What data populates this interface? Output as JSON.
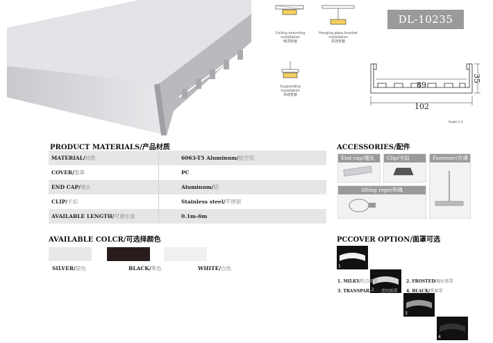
{
  "model": "DL-10235",
  "installation": [
    {
      "label_en": "Ceiling mounting installation",
      "label_cn": "吸顶安装"
    },
    {
      "label_en": "Hanging glass bracket installation",
      "label_cn": "吊挂安装"
    },
    {
      "label_en": "Suspending installation",
      "label_cn": "吊线安装"
    }
  ],
  "dimensions": {
    "width_outer": "102",
    "width_inner": "89",
    "height": "35"
  },
  "scale_note": "Scale 1:1",
  "materials": {
    "heading": "PRODUCT MATERIALS/产品材质",
    "rows": [
      {
        "key_en": "MATERIAL/",
        "key_cn": "材质",
        "value_en": "6063-T5 Aluminum/",
        "value_cn": "航空铝"
      },
      {
        "key_en": "COVER/",
        "key_cn": "面罩",
        "value_en": "PC",
        "value_cn": ""
      },
      {
        "key_en": "END CAP/",
        "key_cn": "堵头",
        "value_en": "Aluminum/",
        "value_cn": "铝"
      },
      {
        "key_en": "CLIP/",
        "key_cn": "卡扣",
        "value_en": "Stainless steel/",
        "value_cn": "不锈钢"
      },
      {
        "key_en": "AVAILABLE LENGTH/",
        "key_cn": "可做长度",
        "value_en": "0.1m-6m",
        "value_cn": ""
      }
    ]
  },
  "colors": {
    "heading": "AVAILABLE COLCR/可选择颜色",
    "items": [
      {
        "en": "SILVER/",
        "cn": "银色",
        "hex": "#e8e8e8"
      },
      {
        "en": "BLACK/",
        "cn": "黑色",
        "hex": "#2a1c1c"
      },
      {
        "en": "WHITE/",
        "cn": "白色",
        "hex": "#f0f0f0"
      }
    ]
  },
  "accessories": {
    "heading": "ACCESSORIES/配件",
    "end_cap": "End cap/堵头",
    "clip": "Clip/卡扣",
    "fastener": "Fastener/方通",
    "lifting_rope": "lifting rope/吊绳"
  },
  "cover_options": {
    "heading": "PCCOVER OPTION/面罩可选",
    "numbers": [
      "1",
      "2",
      "3",
      "4"
    ],
    "labels": [
      {
        "en": "1. MILKY/",
        "cn": "乳白面罩"
      },
      {
        "en": "2. FROSTED/",
        "cn": "磨砂面罩"
      },
      {
        "en": "3. TRANSPARENT/",
        "cn": "透明面罩"
      },
      {
        "en": "4. BLACK/",
        "cn": "黑面罩"
      }
    ]
  }
}
